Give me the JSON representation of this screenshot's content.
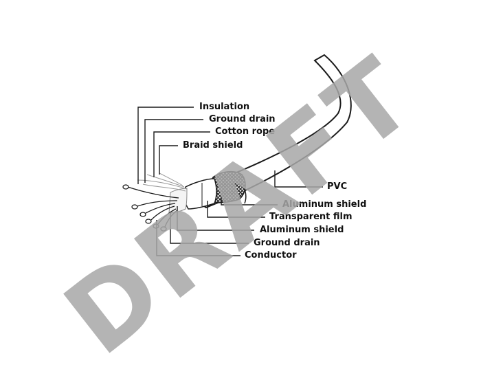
{
  "labels": {
    "insulation": "Insulation",
    "ground_drain_top": "Ground drain",
    "cotton_rope": "Cotton rope",
    "braid_shield": "Braid shield",
    "pvc": "PVC",
    "aluminum_shield_outer": "Aluminum shield",
    "transparent_film": "Transparent film",
    "aluminum_shield_inner": "Aluminum shield",
    "ground_drain_bottom": "Ground drain",
    "conductor": "Conductor"
  },
  "watermark": {
    "text": "DRAFT",
    "color": "#a7a7a7"
  },
  "colors": {
    "line": "#1a1a1a",
    "braid": "#2b2b2b"
  }
}
